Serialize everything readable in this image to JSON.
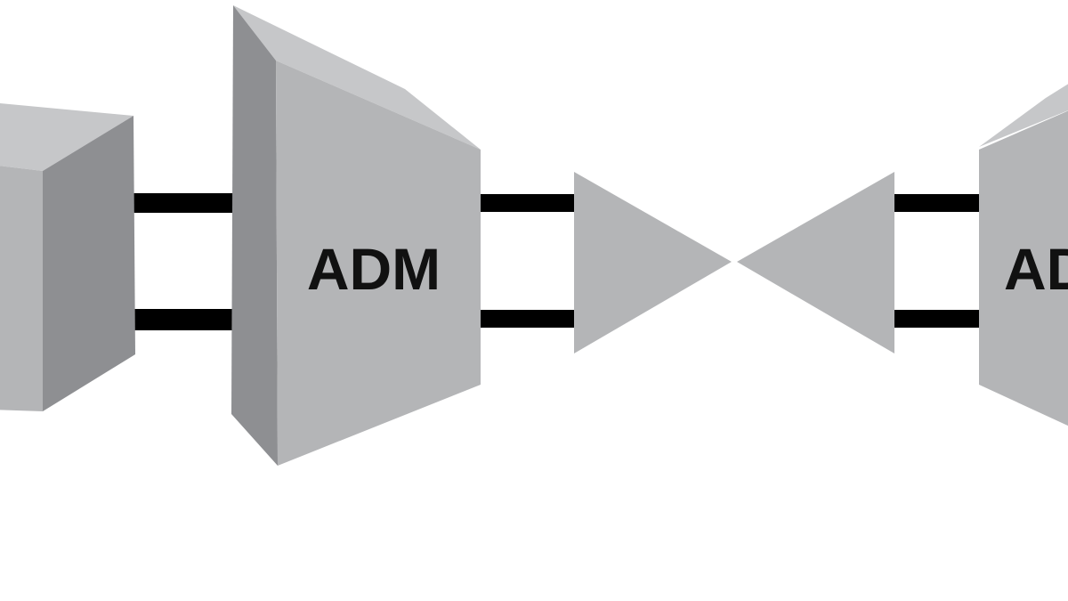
{
  "diagram": {
    "nodes": [
      {
        "id": "left-node",
        "shape": "cube",
        "label": ""
      },
      {
        "id": "adm-node",
        "shape": "prism",
        "label": "ADM"
      },
      {
        "id": "amplifier-right",
        "shape": "triangle",
        "label": ""
      },
      {
        "id": "amplifier-left",
        "shape": "triangle",
        "label": ""
      },
      {
        "id": "right-node",
        "shape": "prism",
        "label": "AD"
      }
    ],
    "links": [
      {
        "from": "left-node",
        "to": "adm-node",
        "count": 2
      },
      {
        "from": "adm-node",
        "to": "amplifier-right",
        "count": 2
      },
      {
        "from": "amplifier-left",
        "to": "right-node",
        "count": 2
      }
    ],
    "colors": {
      "face_front": "#b4b5b7",
      "face_top": "#c6c7c9",
      "face_side": "#8e8f92",
      "line": "#000000",
      "text": "#111111",
      "background": "#ffffff"
    }
  }
}
